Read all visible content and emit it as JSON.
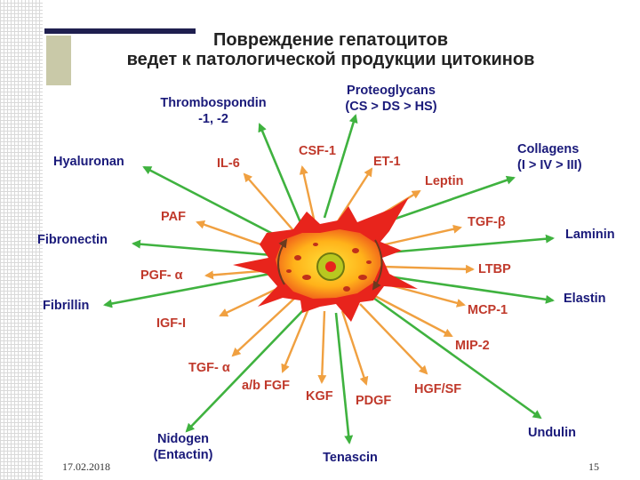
{
  "title": {
    "line1": "Повреждение гепатоцитов",
    "line2": "ведет к патологической продукции цитокинов"
  },
  "footer": {
    "date": "17.02.2018",
    "page": "15"
  },
  "colors": {
    "matrix_label": "#1a1a7a",
    "cytokine_label": "#c0392b",
    "matrix_arrow": "#3fb23f",
    "cytokine_arrow": "#f0a040",
    "cell_body": "#e8241c",
    "cell_core": "#ffd21a"
  },
  "labels": {
    "thrombospondin": "Thrombospondin",
    "thrombospondin2": "-1, -2",
    "proteoglycans": "Proteoglycans",
    "proteoglycans2": "(CS > DS > HS)",
    "hyaluronan": "Hyaluronan",
    "il6": "IL-6",
    "csf1": "CSF-1",
    "et1": "ET-1",
    "collagens": "Collagens",
    "collagens2": "(I > IV > III)",
    "leptin": "Leptin",
    "paf": "PAF",
    "tgfb": "TGF-β",
    "fibronectin": "Fibronectin",
    "laminin": "Laminin",
    "pgfa": "PGF- α",
    "ltbp": "LTBP",
    "fibrillin": "Fibrillin",
    "elastin": "Elastin",
    "mcp1": "MCP-1",
    "igf1": "IGF-I",
    "mip2": "MIP-2",
    "tgfa": "TGF- α",
    "abfgf": "a/b FGF",
    "kgf": "KGF",
    "pdgf": "PDGF",
    "hgfsf": "HGF/SF",
    "undulin": "Undulin",
    "nidogen": "Nidogen",
    "nidogen2": "(Entactin)",
    "tenascin": "Tenascin"
  }
}
